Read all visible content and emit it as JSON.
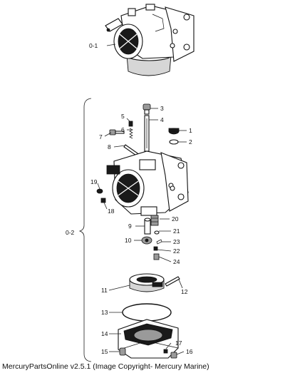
{
  "labels": {
    "assembly_upper": "0-1",
    "assembly_lower": "0-2",
    "parts": [
      "1",
      "2",
      "3",
      "4",
      "5",
      "6",
      "7",
      "8",
      "9",
      "10",
      "11",
      "12",
      "13",
      "14",
      "15",
      "16",
      "17",
      "18",
      "19",
      "20",
      "21",
      "22",
      "23",
      "24"
    ]
  },
  "caption": "MercuryPartsOnline v2.5.1 (Image Copyright- Mercury Marine)"
}
